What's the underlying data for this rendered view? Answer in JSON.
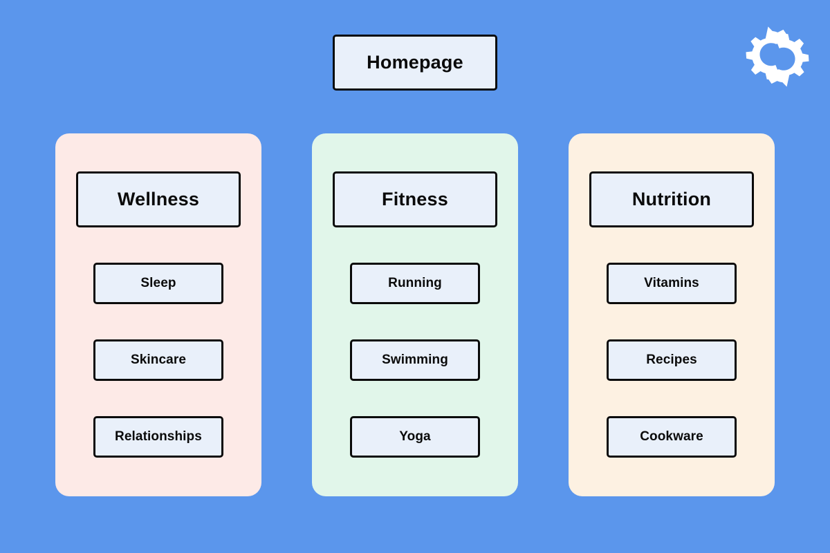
{
  "canvas": {
    "background_color": "#5b96ec",
    "node_fill_color": "#e9f0fa",
    "node_border_color": "#0a0a0a"
  },
  "logo": {
    "icon": "double-gear-icon",
    "color": "#ffffff"
  },
  "root": {
    "label": "Homepage"
  },
  "columns": [
    {
      "id": "wellness",
      "background_color": "#fdeae7",
      "header": "Wellness",
      "items": [
        "Sleep",
        "Skincare",
        "Relationships"
      ]
    },
    {
      "id": "fitness",
      "background_color": "#e1f6ea",
      "header": "Fitness",
      "items": [
        "Running",
        "Swimming",
        "Yoga"
      ]
    },
    {
      "id": "nutrition",
      "background_color": "#fdf1e2",
      "header": "Nutrition",
      "items": [
        "Vitamins",
        "Recipes",
        "Cookware"
      ]
    }
  ]
}
